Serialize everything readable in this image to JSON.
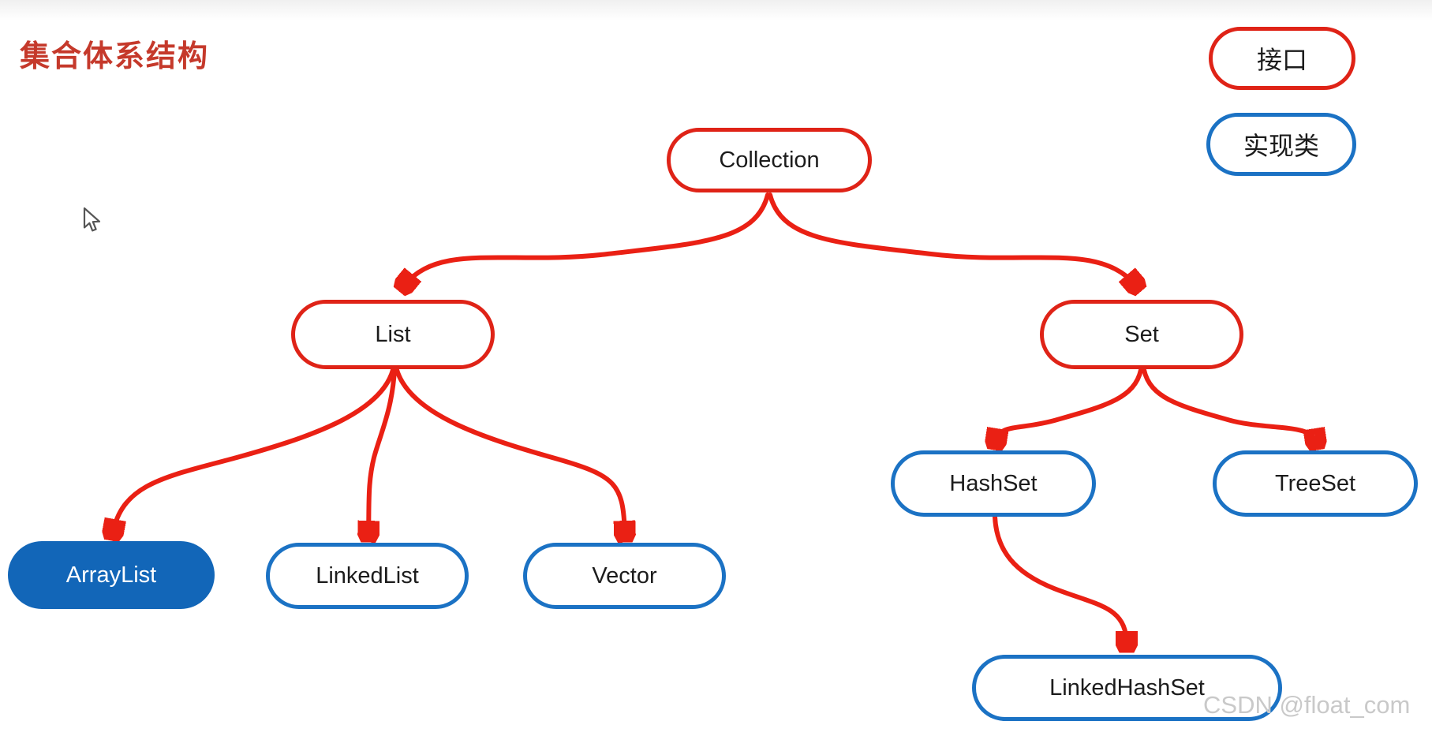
{
  "title": "集合体系结构",
  "legend": {
    "interface": {
      "label": "接口"
    },
    "implementation": {
      "label": "实现类"
    }
  },
  "nodes": {
    "collection": {
      "label": "Collection",
      "type": "interface"
    },
    "list": {
      "label": "List",
      "type": "interface"
    },
    "set": {
      "label": "Set",
      "type": "interface"
    },
    "arraylist": {
      "label": "ArrayList",
      "type": "implementation",
      "highlighted": true
    },
    "linkedlist": {
      "label": "LinkedList",
      "type": "implementation"
    },
    "vector": {
      "label": "Vector",
      "type": "implementation"
    },
    "hashset": {
      "label": "HashSet",
      "type": "implementation"
    },
    "treeset": {
      "label": "TreeSet",
      "type": "implementation"
    },
    "linkedhashset": {
      "label": "LinkedHashSet",
      "type": "implementation"
    }
  },
  "edges": [
    {
      "from": "Collection",
      "to": "List"
    },
    {
      "from": "Collection",
      "to": "Set"
    },
    {
      "from": "List",
      "to": "ArrayList"
    },
    {
      "from": "List",
      "to": "LinkedList"
    },
    {
      "from": "List",
      "to": "Vector"
    },
    {
      "from": "Set",
      "to": "HashSet"
    },
    {
      "from": "Set",
      "to": "TreeSet"
    },
    {
      "from": "HashSet",
      "to": "LinkedHashSet"
    }
  ],
  "watermark": "CSDN @float_com",
  "colors": {
    "interface_stroke": "#df2317",
    "implementation_stroke": "#1b72c4",
    "implementation_fill": "#1266b8",
    "edge": "#ea2014",
    "title": "#c5392b",
    "watermark": "#c9c9c9"
  }
}
